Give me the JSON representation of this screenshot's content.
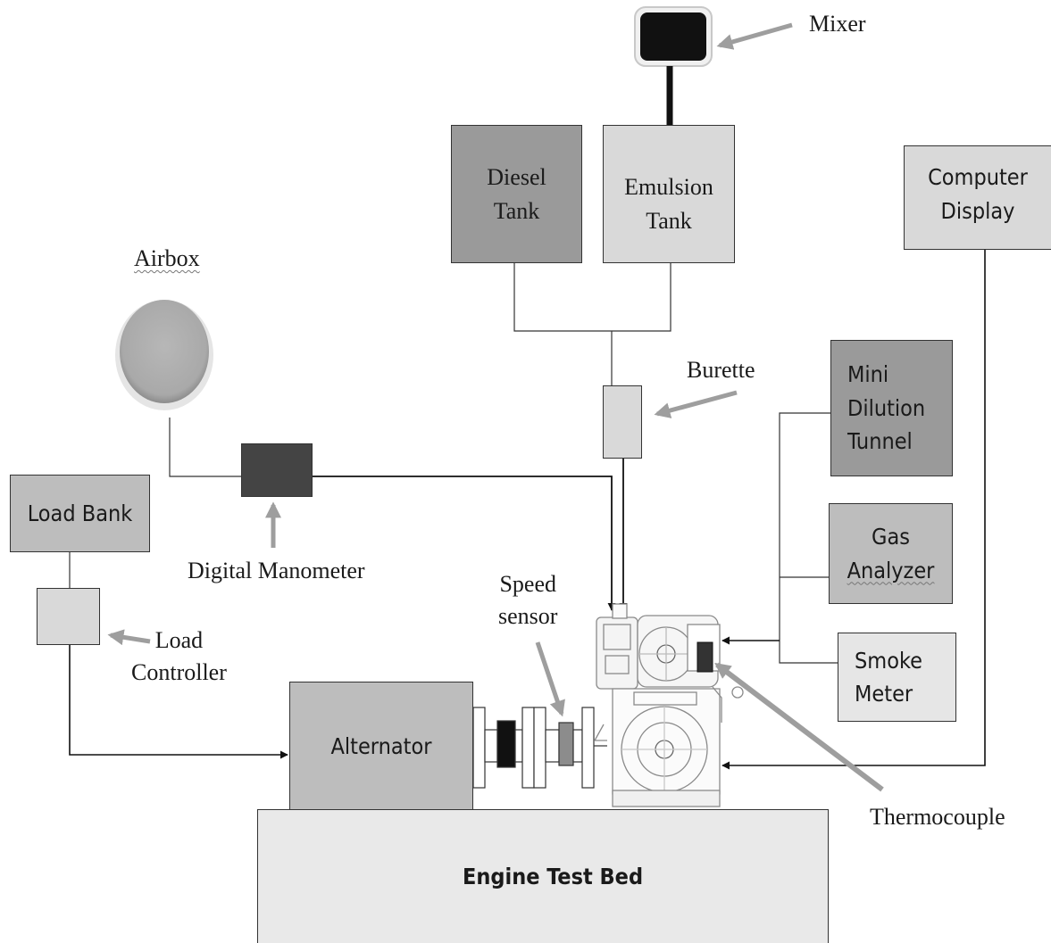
{
  "components": {
    "mixer": "Mixer",
    "diesel_tank": "Diesel\nTank",
    "emulsion_tank": "Emulsion\nTank",
    "computer_display": "Computer\nDisplay",
    "airbox": "Airbox",
    "burette": "Burette",
    "mini_dilution_tunnel": "Mini\nDilution\nTunnel",
    "gas_analyzer_line1": "Gas",
    "gas_analyzer_line2": "Analyzer",
    "smoke_meter": "Smoke\nMeter",
    "load_bank": "Load Bank",
    "digital_manometer": "Digital Manometer",
    "speed_sensor": "Speed\nsensor",
    "load_controller": "Load\nController",
    "alternator": "Alternator",
    "thermocouple": "Thermocouple",
    "engine_test_bed": "Engine Test Bed"
  },
  "colors": {
    "dark_box": "#9a9a9a",
    "mid_box": "#bdbdbd",
    "light_box": "#d9d9d9",
    "lighter_box": "#e6e6e6",
    "black_part": "#111111",
    "arrow_gray": "#9e9e9e"
  }
}
